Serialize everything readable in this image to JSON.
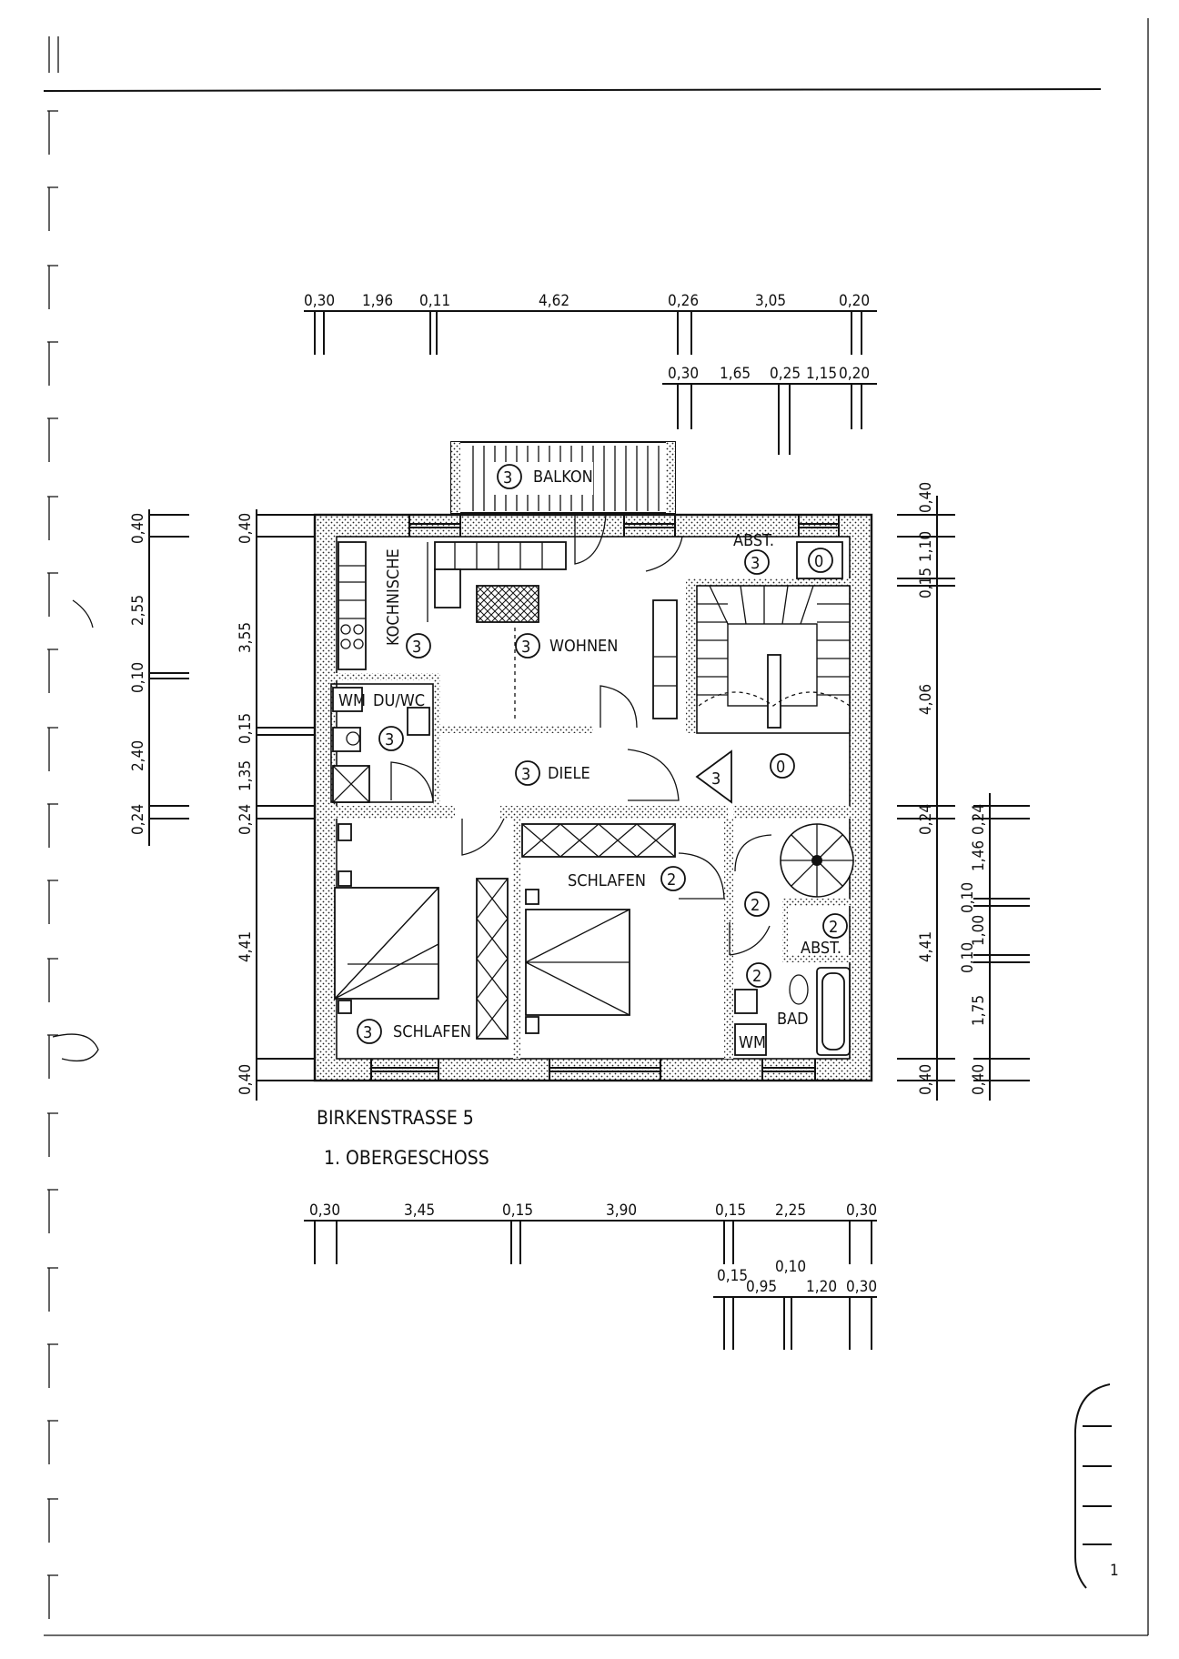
{
  "title": {
    "street": "BIRKENSTRASSE 5",
    "floor": "1. OBERGESCHOSS"
  },
  "rooms": {
    "balkon": "BALKON",
    "kochnische": "KOCHNISCHE",
    "wohnen": "WOHNEN",
    "du_wc": "DU/WC",
    "wm_top": "WM",
    "diele": "DIELE",
    "abst_top": "ABST.",
    "schlafen_left": "SCHLAFEN",
    "schlafen_mid": "SCHLAFEN",
    "abst_right": "ABST.",
    "bad": "BAD",
    "wm_bad": "WM"
  },
  "circles": {
    "balkon": "3",
    "kochnische": "3",
    "wohnen": "3",
    "du_wc": "3",
    "diele": "3",
    "stair_arrow": "3",
    "abst_top": "3",
    "zero_top": "0",
    "zero_mid": "0",
    "schlafen_left": "3",
    "schlafen_mid": "2",
    "hall_right": "2",
    "abst_right": "2",
    "bad": "2"
  },
  "dims_top_1": [
    "0,30",
    "1,96",
    "0,11",
    "4,62",
    "0,26",
    "3,05",
    "0,20"
  ],
  "dims_top_2": [
    "0,30",
    "1,65",
    "0,25",
    "1,15",
    "0,20"
  ],
  "dims_bottom_1": [
    "0,30",
    "3,45",
    "0,15",
    "3,90",
    "0,15",
    "2,25",
    "0,30"
  ],
  "dims_bottom_2": [
    "0,15",
    "0,10",
    "0,95",
    "1,20",
    "0,30"
  ],
  "dims_left_outer": [
    "0,40",
    "2,55",
    "0,10",
    "2,40",
    "0,24"
  ],
  "dims_left_inner": [
    "0,40",
    "3,55",
    "0,15",
    "1,35",
    "0,24",
    "4,41",
    "0,40"
  ],
  "dims_right_inner": [
    "0,40",
    "1,10",
    "0,15",
    "4,06",
    "0,24",
    "4,41",
    "0,40"
  ],
  "dims_right_outer": [
    "0,24",
    "1,46",
    "0,10",
    "1,00",
    "0,10",
    "1,75",
    "0,40"
  ],
  "page_number": "1"
}
